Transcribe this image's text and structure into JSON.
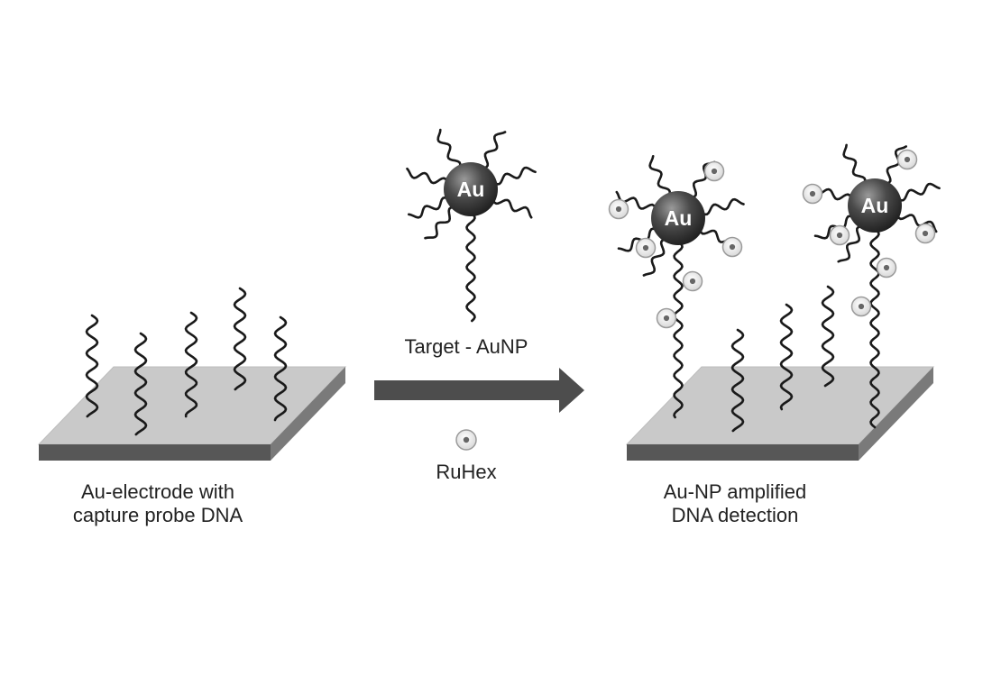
{
  "labels": {
    "left_line1": "Au-electrode with",
    "left_line2": "capture probe DNA",
    "target": "Target - AuNP",
    "ruhex": "RuHex",
    "right_line1": "Au-NP amplified",
    "right_line2": "DNA detection",
    "au": "Au"
  },
  "colors": {
    "plate_top": "#c9c9c9",
    "plate_front": "#575757",
    "plate_side": "#7a7a7a",
    "arrow": "#4d4d4d",
    "strand": "#1a1a1a",
    "gold_np": "#3a3a3a"
  },
  "icons": [
    "gold-nanoparticle-icon",
    "ruhex-molecule-icon",
    "dna-strand-icon",
    "electrode-plate-icon",
    "arrow-right-icon"
  ]
}
